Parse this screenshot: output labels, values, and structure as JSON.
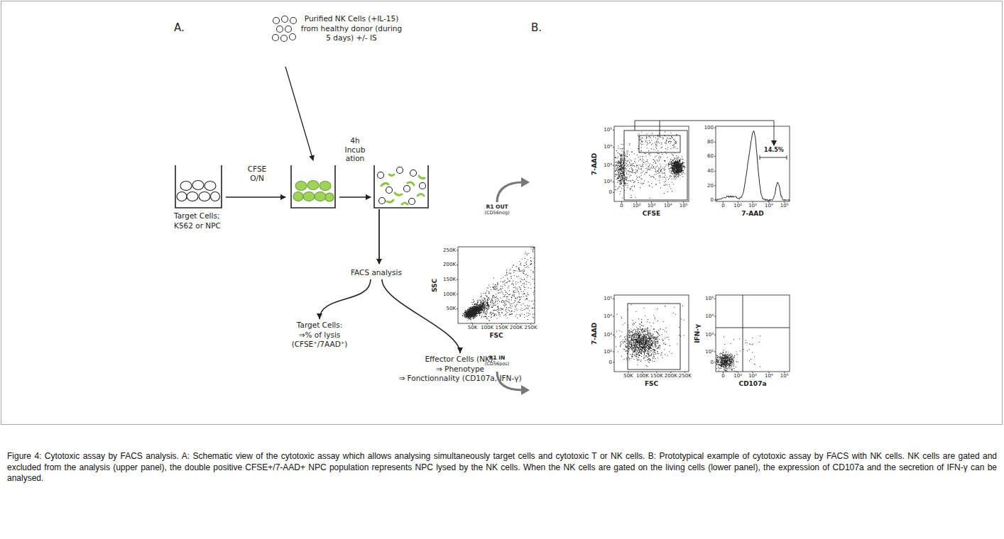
{
  "diagram": {
    "caption": "Figure 4: Cytotoxic assay by FACS analysis. A: Schematic view of the cytotoxic assay which allows analysing simultaneously target cells and cytotoxic T or NK cells. B: Prototypical example of cytotoxic assay by FACS with NK cells. NK cells are gated and excluded from the analysis (upper panel), the double positive CFSE+/7-AAD+ NPC population represents NPC lysed by the NK cells. When the NK cells are gated on the living cells (lower panel), the expression of CD107a and the secretion of IFN-γ can be analysed.",
    "nodes": [
      {
        "text": [
          "Purified NK Cells (+IL-15) from healthy donor (during 5 days) +/- IS"
        ]
      },
      {
        "text": [
          "Target Cells; K562 or NPC"
        ]
      },
      {
        "text": [
          "FACS analysis"
        ]
      },
      {
        "text": [
          "Target Cells:",
          "⇒% of lysis (CFSE⁺/7AAD⁺)"
        ]
      },
      {
        "text": [
          "Effector Cells (NK):",
          "⇒ Phenotype",
          "⇒ Fonctionnality (CD107a, IFN-γ)"
        ]
      }
    ],
    "edges": [
      {
        "from": 2,
        "to": 3,
        "arrow": "to"
      },
      {
        "from": 2,
        "to": 4,
        "arrow": "to"
      }
    ],
    "labels": [
      "A.",
      "B.",
      "CFSE O/N",
      "4h Incub ation",
      "SSC",
      "250K",
      "200K",
      "150K",
      "100K",
      "50K",
      "50K",
      "100K",
      "150K",
      "200K",
      "250K",
      "FSC",
      "R1 OUT",
      "(CD56neg)",
      "7-AAD",
      "10⁵",
      "10⁴",
      "10³",
      "10²",
      "0",
      "0",
      "10²",
      "10³",
      "10⁴",
      "10⁵",
      "CFSE",
      "100",
      "80",
      "60",
      "40",
      "20",
      "0",
      "0",
      "10²",
      "10³",
      "10⁴",
      "10⁵",
      "7-AAD",
      "14.5%",
      "7-AAD",
      "10⁵",
      "10⁴",
      "10³",
      "10²",
      "0",
      "50K",
      "100K",
      "150K",
      "200K",
      "250K",
      "FSC",
      "IFN-γ",
      "10⁵",
      "10⁴",
      "10³",
      "10²",
      "0",
      "0",
      "10²",
      "10³",
      "10⁴",
      "10⁵",
      "CD107a",
      "R1 IN",
      "(CD56pos)"
    ]
  }
}
